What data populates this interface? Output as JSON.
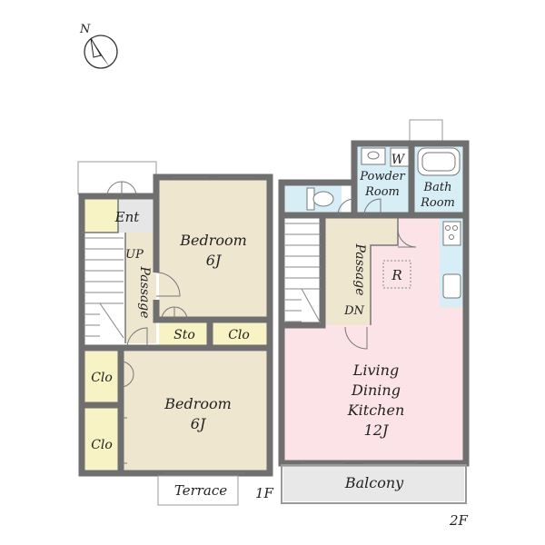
{
  "compass": {
    "north_label": "N"
  },
  "floor1": {
    "level_label": "1F",
    "rooms": {
      "entrance": "Ent",
      "passage": "Passage",
      "up": "UP",
      "bedroom_top_name": "Bedroom",
      "bedroom_top_size": "6J",
      "storage": "Sto",
      "closet_a": "Clo",
      "closet_b": "Clo",
      "closet_c": "Clo",
      "bedroom_bottom_name": "Bedroom",
      "bedroom_bottom_size": "6J",
      "terrace": "Terrace"
    }
  },
  "floor2": {
    "level_label": "2F",
    "rooms": {
      "washer": "W",
      "powder_room_line1": "Powder",
      "powder_room_line2": "Room",
      "bath_line1": "Bath",
      "bath_line2": "Room",
      "passage": "Passage",
      "down": "DN",
      "fridge": "R",
      "ldk_line1": "Living",
      "ldk_line2": "Dining",
      "ldk_line3": "Kitchen",
      "ldk_size": "12J",
      "balcony": "Balcony"
    }
  },
  "colors": {
    "wall": "#6f6f6f",
    "bedroom_floor": "#efe6d0",
    "closet_floor": "#f7f3c4",
    "entrance_floor": "#e6e6e6",
    "ldk_floor": "#fbe3e8",
    "wet_area_floor": "#d7eef6",
    "balcony_floor": "#e8e8e8"
  }
}
